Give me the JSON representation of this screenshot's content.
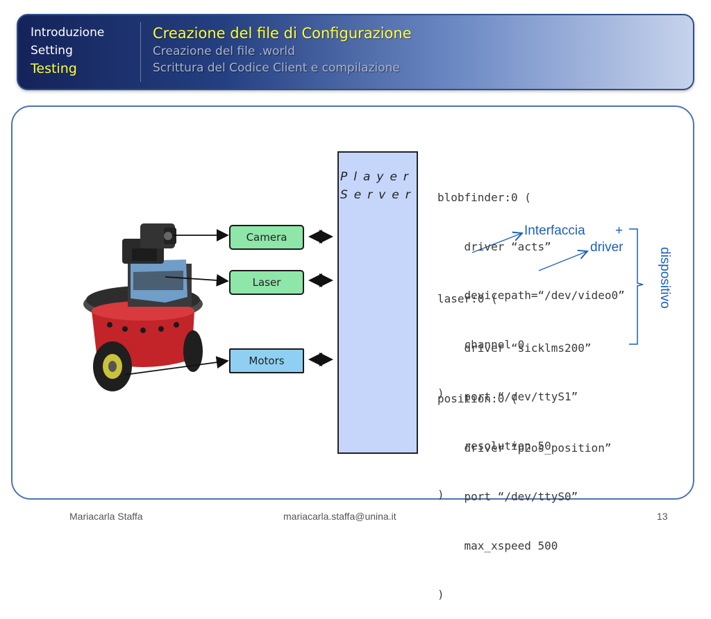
{
  "header": {
    "nav": [
      "Introduzione",
      "Setting",
      "Testing"
    ],
    "active_nav": "Testing",
    "title": "Creazione del file di Configurazione",
    "subtitles": [
      "Creazione del file .world",
      "Scrittura del Codice Client e compilazione"
    ]
  },
  "diagram": {
    "devices": [
      "Camera",
      "Laser",
      "Motors"
    ],
    "server_label": "Player Server",
    "config": {
      "blobfinder": [
        "blobfinder:0 (",
        "    driver “acts”",
        "    devicepath=“/dev/video0”",
        "    channel 0",
        ")"
      ],
      "laser": [
        "laser:0 (",
        "    driver “sicklms200”",
        "    port “/dev/ttyS1”",
        "    resolution 50",
        ")"
      ],
      "position": [
        "position:0 (",
        "    driver “p2os_position”",
        "    port “/dev/ttyS0”",
        "    max_xspeed 500",
        ")"
      ]
    },
    "annotations": {
      "interfaccia": "Interfaccia",
      "plus": "+",
      "driver": "driver",
      "dispositivo": "dispositivo"
    }
  },
  "footer": {
    "author": "Mariacarla Staffa",
    "email": "mariacarla.staffa@unina.it",
    "page": "13"
  },
  "colors": {
    "accent_yellow": "#ffff33",
    "annotation_blue": "#1f5fb8",
    "device_green": "#8ee6a8",
    "device_blue": "#8fd0f2",
    "server_fill": "#c6d6fa"
  }
}
